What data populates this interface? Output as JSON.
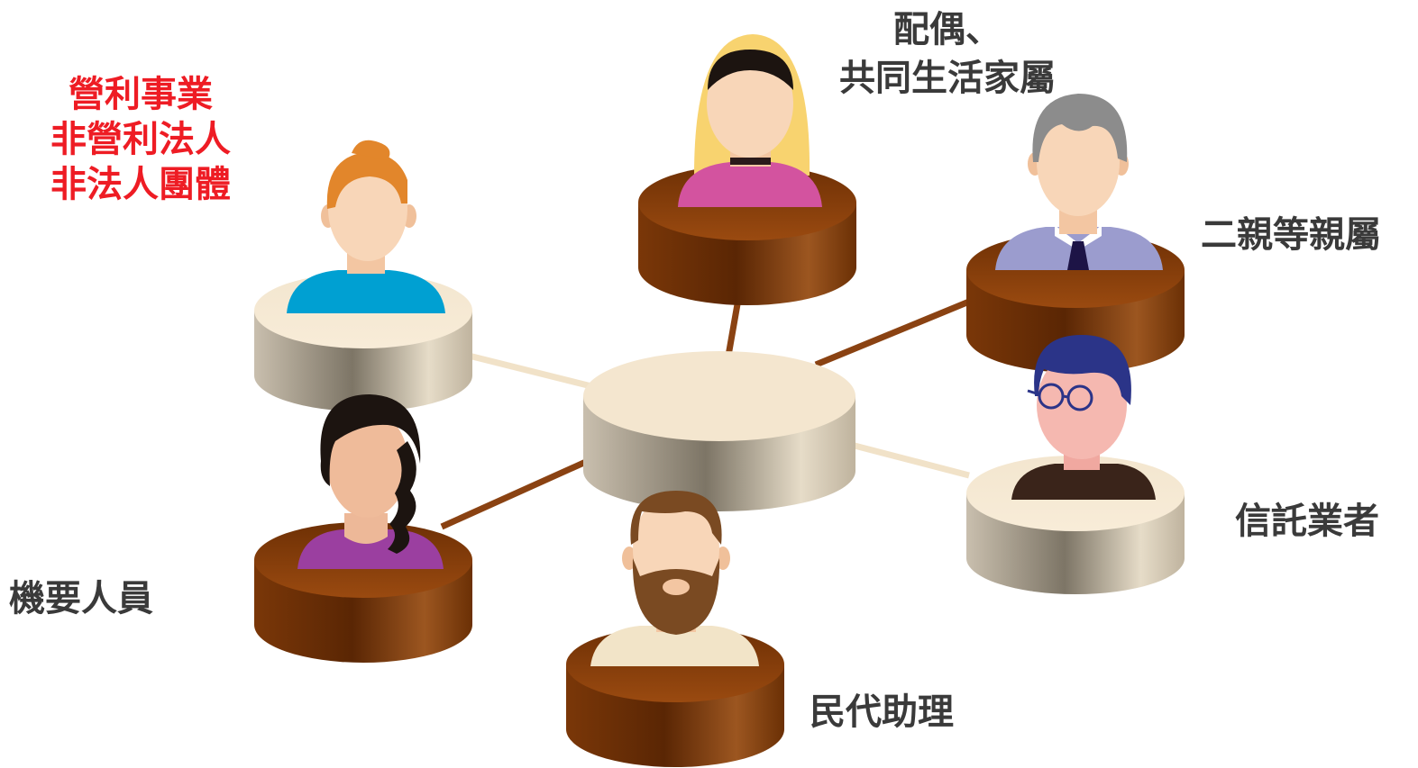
{
  "colors": {
    "label_text": "#3a3a3a",
    "highlight_text": "#ee1c24",
    "brown_link": "#8a4212",
    "cream_link": "#f1e2c8",
    "brown_disk": "#8b4512",
    "cream_disk": "#f5e6cc"
  },
  "labels": {
    "corporate": [
      "營利事業",
      "非營利法人",
      "非法人團體"
    ],
    "spouse": [
      "配偶、",
      "共同生活家屬"
    ],
    "relatives": "二親等親屬",
    "trust": "信託業者",
    "key_personnel": "機要人員",
    "assistant": "民代助理"
  },
  "people": [
    {
      "role": "corporate",
      "icon": "man-orange-hair-avatar-icon",
      "disk": "cream"
    },
    {
      "role": "spouse",
      "icon": "woman-blonde-hair-avatar-icon",
      "disk": "brown"
    },
    {
      "role": "relatives",
      "icon": "man-gray-hair-tie-avatar-icon",
      "disk": "brown"
    },
    {
      "role": "trust",
      "icon": "man-glasses-avatar-icon",
      "disk": "cream"
    },
    {
      "role": "key_personnel",
      "icon": "woman-braid-avatar-icon",
      "disk": "brown"
    },
    {
      "role": "assistant",
      "icon": "man-beard-avatar-icon",
      "disk": "brown"
    }
  ]
}
